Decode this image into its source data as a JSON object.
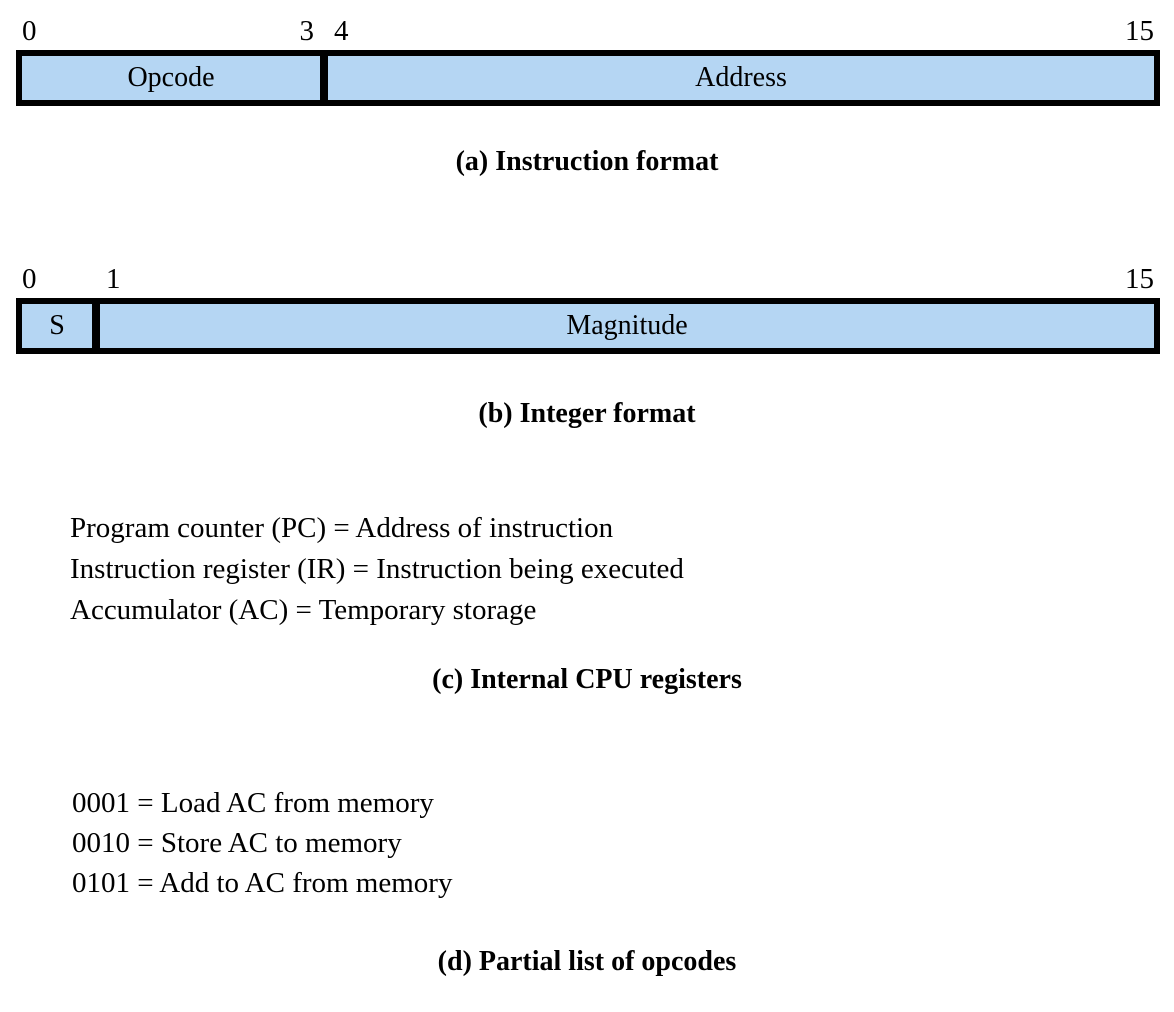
{
  "colors": {
    "field-fill": "#b5d6f3",
    "border-color": "#000000",
    "text-color": "#000000"
  },
  "panels": {
    "a": {
      "caption": "(a) Instruction format",
      "bits": {
        "start": "0",
        "mid_left": "3",
        "mid_right": "4",
        "end": "15"
      },
      "fields": {
        "left": "Opcode",
        "right": "Address"
      }
    },
    "b": {
      "caption": "(b) Integer format",
      "bits": {
        "start": "0",
        "mid_right": "1",
        "end": "15"
      },
      "fields": {
        "left": "S",
        "right": "Magnitude"
      }
    },
    "c": {
      "caption": "(c) Internal CPU registers",
      "lines": [
        "Program counter (PC) = Address of instruction",
        "Instruction register (IR) = Instruction being executed",
        "Accumulator (AC) = Temporary storage"
      ]
    },
    "d": {
      "caption": "(d) Partial list of opcodes",
      "lines": [
        "0001 = Load AC from memory",
        "0010 = Store AC to memory",
        "0101 = Add to AC from memory"
      ]
    }
  }
}
